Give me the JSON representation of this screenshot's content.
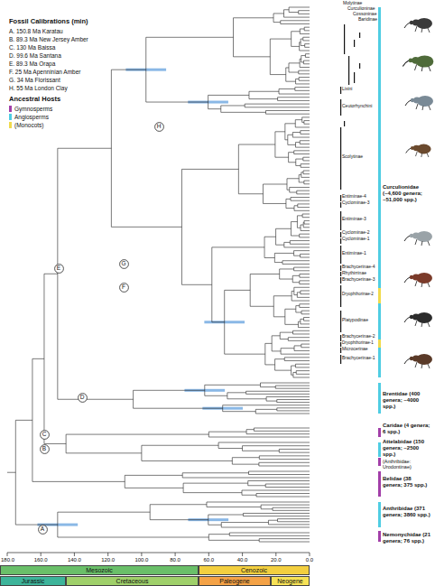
{
  "diagram": {
    "nodes": [
      {
        "text": [
          "H"
        ]
      },
      {
        "text": [
          "G"
        ]
      },
      {
        "text": [
          "E"
        ]
      },
      {
        "text": [
          "F"
        ]
      },
      {
        "text": [
          "D"
        ]
      },
      {
        "text": [
          "C"
        ]
      },
      {
        "text": [
          "B"
        ]
      },
      {
        "text": [
          "A"
        ]
      },
      {
        "text": [
          "Mesozoic"
        ]
      },
      {
        "text": [
          "Cenozoic"
        ]
      },
      {
        "text": [
          "Jurassic"
        ]
      },
      {
        "text": [
          "Cretaceous"
        ]
      },
      {
        "text": [
          "Paleogene"
        ]
      },
      {
        "text": [
          "Neogene"
        ]
      }
    ],
    "labels": [
      "Fossil Calibrations (min)",
      "A. 150.8 Ma Karatau",
      "B. 89.3 Ma New Jersey Amber",
      "C. 130 Ma Baissa",
      "D. 99.6 Ma Santana",
      "E. 89.3 Ma Orapa",
      "F. 25 Ma Apenninian Amber",
      "G. 34 Ma Florissant",
      "H. 55 Ma London Clay",
      "Ancestral Hosts",
      "Molytinae",
      "Curculioninae",
      "Cossoninae",
      "Baridinae",
      "Lixini",
      "Ceutorhynchini",
      "Scolytinae",
      "Entiminae-4",
      "Cyclominae-3",
      "Entiminae-3",
      "Cyclominae-2",
      "Cyclominae-1",
      "Entiminae-1",
      "Brachycerinae-4",
      "Rhythirrinae",
      "Brachycerinae-3",
      "Dryophthorinae-2",
      "Platypodinae",
      "Brachycerinae-2",
      "Dryophthorinae-1",
      "Microcerinae",
      "Brachycerinae-1",
      "Curculionidae (~4,600 genera; ~51,000 spp.)",
      "Brentidae (400 genera; ~4000 spp.)",
      "Caridae (4 genera; 6 spp.)",
      "Attelabidae (150 genera; ~2500 spp.)",
      "(Anthribidae: Urodontinae)",
      "Belidae (38 genera; 375 spp.)",
      "Anthribidae (371 genera; 3860 spp.)",
      "Nemonychidae (21 genera; 76 spp.)",
      "180.0",
      "160.0",
      "140.0",
      "120.0",
      "100.0",
      "80.0",
      "60.0",
      "40.0",
      "20.0",
      "0.0"
    ],
    "legend": [
      {
        "text": "Gymnosperms",
        "color": "#a23ea8"
      },
      {
        "text": "Angiosperms",
        "color": "#4fcde3"
      },
      {
        "text": "(Monocots)",
        "color": "#f0da4c"
      }
    ]
  }
}
